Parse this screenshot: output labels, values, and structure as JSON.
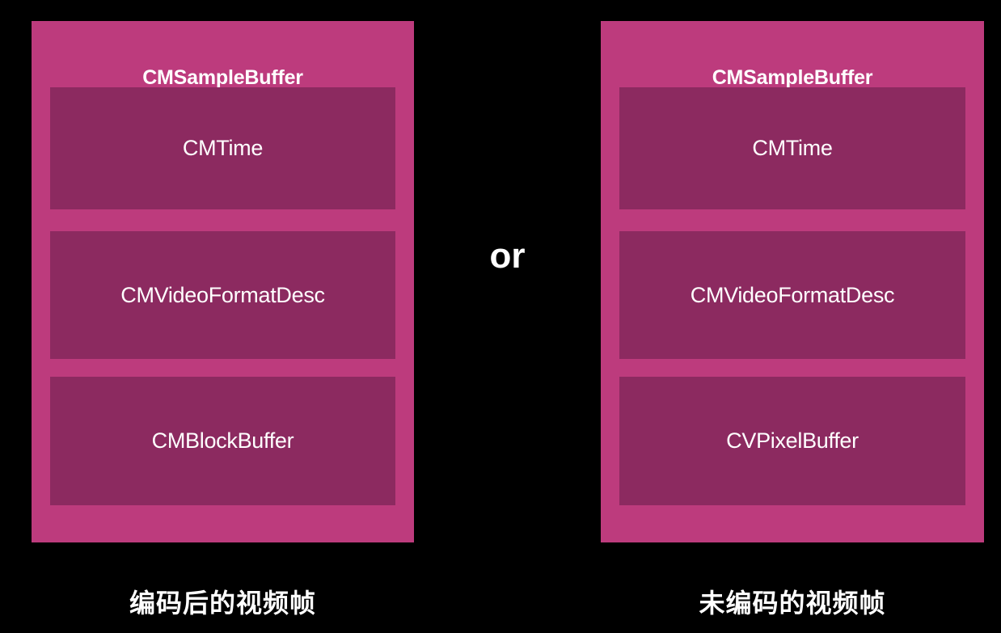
{
  "background_color": "#000000",
  "theme": {
    "panel_color": "#bd3b7d",
    "component_color": "#8c2a60",
    "text_color": "#ffffff"
  },
  "separator": {
    "label": "or"
  },
  "panels": [
    {
      "id": "encoded",
      "title": "CMSampleBuffer",
      "caption": "编码后的视频帧",
      "components": [
        {
          "label": "CMTime"
        },
        {
          "label": "CMVideoFormatDesc"
        },
        {
          "label": "CMBlockBuffer"
        }
      ]
    },
    {
      "id": "raw",
      "title": "CMSampleBuffer",
      "caption": "未编码的视频帧",
      "components": [
        {
          "label": "CMTime"
        },
        {
          "label": "CMVideoFormatDesc"
        },
        {
          "label": "CVPixelBuffer"
        }
      ]
    }
  ]
}
